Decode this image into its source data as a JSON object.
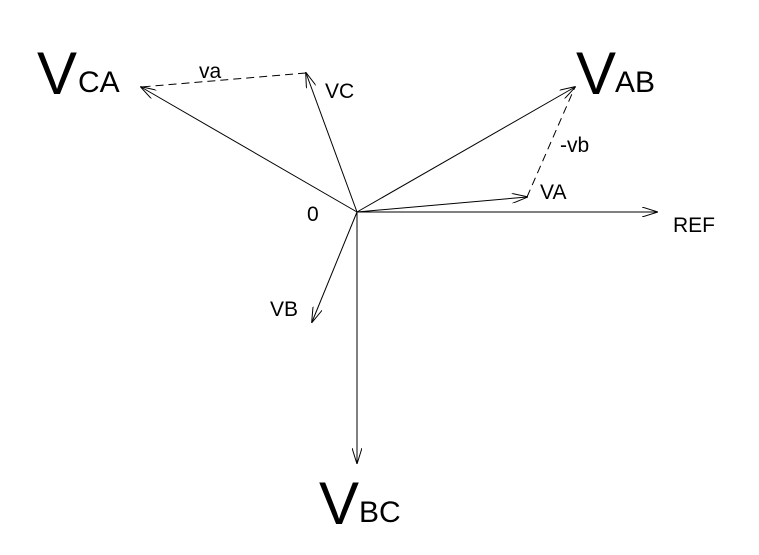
{
  "diagram": {
    "origin_label": "0",
    "reference_label": "REF",
    "phase_vectors": [
      {
        "id": "va",
        "label": "VA"
      },
      {
        "id": "vb",
        "label": "VB"
      },
      {
        "id": "vc",
        "label": "VC"
      }
    ],
    "line_vectors": [
      {
        "id": "vab",
        "main": "V",
        "sub": "AB"
      },
      {
        "id": "vbc",
        "main": "V",
        "sub": "BC"
      },
      {
        "id": "vca",
        "main": "V",
        "sub": "CA"
      }
    ],
    "construction_labels": {
      "va_dashed": "va",
      "neg_vb_dashed": "-vb"
    },
    "colors": {
      "line": "#000000",
      "background": "#ffffff"
    }
  }
}
